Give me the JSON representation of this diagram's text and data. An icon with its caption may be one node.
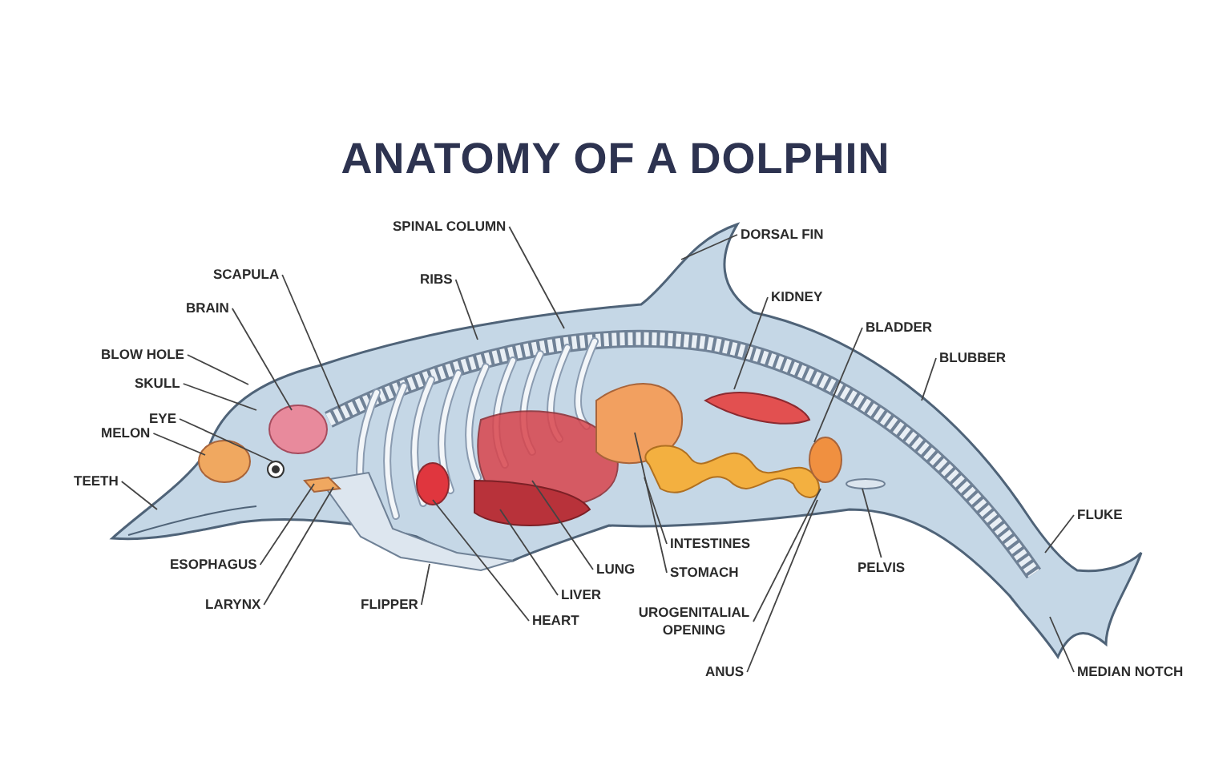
{
  "diagram": {
    "title": "ANATOMY OF A DOLPHIN",
    "nodes": [
      {
        "text": [
          "SPINAL COLUMN"
        ]
      },
      {
        "text": [
          "DORSAL FIN"
        ]
      },
      {
        "text": [
          "SCAPULA"
        ]
      },
      {
        "text": [
          "RIBS"
        ]
      },
      {
        "text": [
          "KIDNEY"
        ]
      },
      {
        "text": [
          "BRAIN"
        ]
      },
      {
        "text": [
          "BLADDER"
        ]
      },
      {
        "text": [
          "BLOW HOLE"
        ]
      },
      {
        "text": [
          "BLUBBER"
        ]
      },
      {
        "text": [
          "SKULL"
        ]
      },
      {
        "text": [
          "EYE"
        ]
      },
      {
        "text": [
          "MELON"
        ]
      },
      {
        "text": [
          "TEETH"
        ]
      },
      {
        "text": [
          "FLUKE"
        ]
      },
      {
        "text": [
          "ESOPHAGUS"
        ]
      },
      {
        "text": [
          "LARYNX"
        ]
      },
      {
        "text": [
          "FLIPPER"
        ]
      },
      {
        "text": [
          "LUNG"
        ]
      },
      {
        "text": [
          "LIVER"
        ]
      },
      {
        "text": [
          "HEART"
        ]
      },
      {
        "text": [
          "INTESTINES"
        ]
      },
      {
        "text": [
          "STOMACH"
        ]
      },
      {
        "text": [
          "PELVIS"
        ]
      },
      {
        "text": [
          "UROGENITALIAL OPENING"
        ]
      },
      {
        "text": [
          "ANUS"
        ]
      },
      {
        "text": [
          "MEDIAN NOTCH"
        ]
      }
    ],
    "edges": [
      {
        "from": 0,
        "to": null,
        "arrow": "none"
      },
      {
        "from": 1,
        "to": null,
        "arrow": "none"
      },
      {
        "from": 2,
        "to": null,
        "arrow": "none"
      },
      {
        "from": 3,
        "to": null,
        "arrow": "none"
      },
      {
        "from": 4,
        "to": null,
        "arrow": "none"
      },
      {
        "from": 5,
        "to": null,
        "arrow": "none"
      },
      {
        "from": 6,
        "to": null,
        "arrow": "none"
      },
      {
        "from": 7,
        "to": null,
        "arrow": "none"
      },
      {
        "from": 8,
        "to": null,
        "arrow": "none"
      },
      {
        "from": 9,
        "to": null,
        "arrow": "none"
      },
      {
        "from": 10,
        "to": null,
        "arrow": "none"
      },
      {
        "from": 11,
        "to": null,
        "arrow": "none"
      },
      {
        "from": 12,
        "to": null,
        "arrow": "none"
      },
      {
        "from": 13,
        "to": null,
        "arrow": "none"
      },
      {
        "from": 14,
        "to": null,
        "arrow": "none"
      },
      {
        "from": 15,
        "to": null,
        "arrow": "none"
      },
      {
        "from": 16,
        "to": null,
        "arrow": "none"
      },
      {
        "from": 17,
        "to": null,
        "arrow": "none"
      },
      {
        "from": 18,
        "to": null,
        "arrow": "none"
      },
      {
        "from": 19,
        "to": null,
        "arrow": "none"
      },
      {
        "from": 20,
        "to": null,
        "arrow": "none"
      },
      {
        "from": 21,
        "to": null,
        "arrow": "none"
      },
      {
        "from": 22,
        "to": null,
        "arrow": "none"
      },
      {
        "from": 23,
        "to": null,
        "arrow": "none"
      },
      {
        "from": 24,
        "to": null,
        "arrow": "none"
      },
      {
        "from": 25,
        "to": null,
        "arrow": "none"
      }
    ]
  }
}
